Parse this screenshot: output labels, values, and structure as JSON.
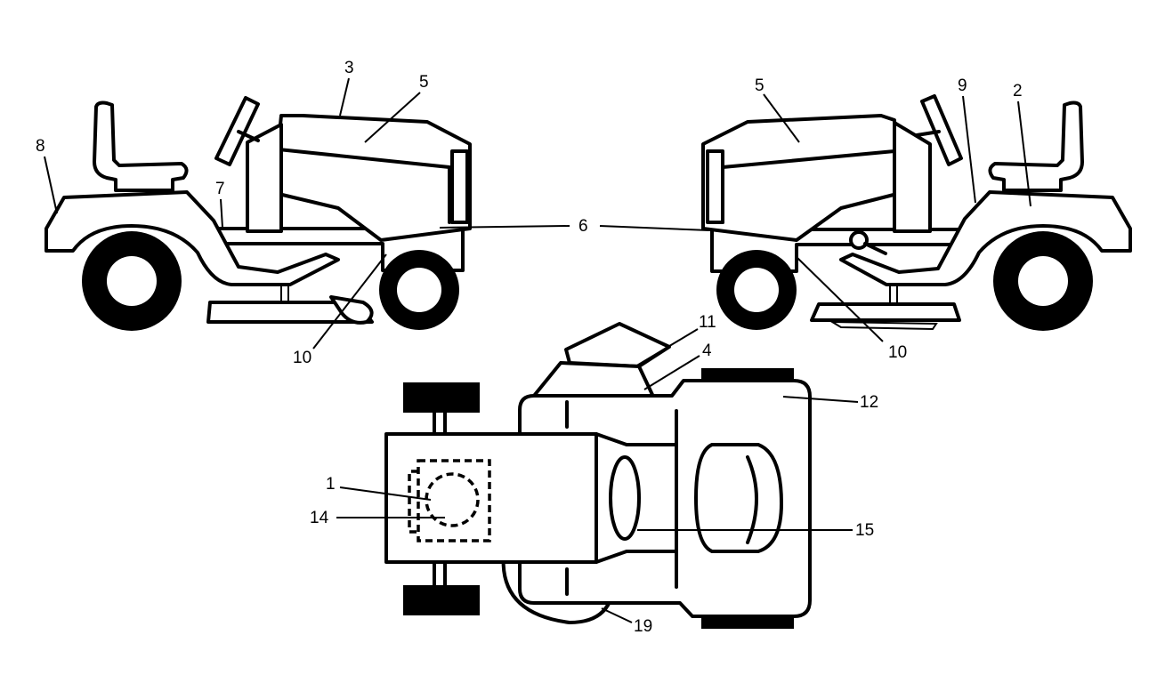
{
  "callouts": {
    "c1": "1",
    "c2": "2",
    "c3": "3",
    "c4": "4",
    "c5_left": "5",
    "c5_right": "5",
    "c6": "6",
    "c7": "7",
    "c8": "8",
    "c9": "9",
    "c10_left": "10",
    "c10_right": "10",
    "c11": "11",
    "c12": "12",
    "c14": "14",
    "c15": "15",
    "c19": "19"
  }
}
